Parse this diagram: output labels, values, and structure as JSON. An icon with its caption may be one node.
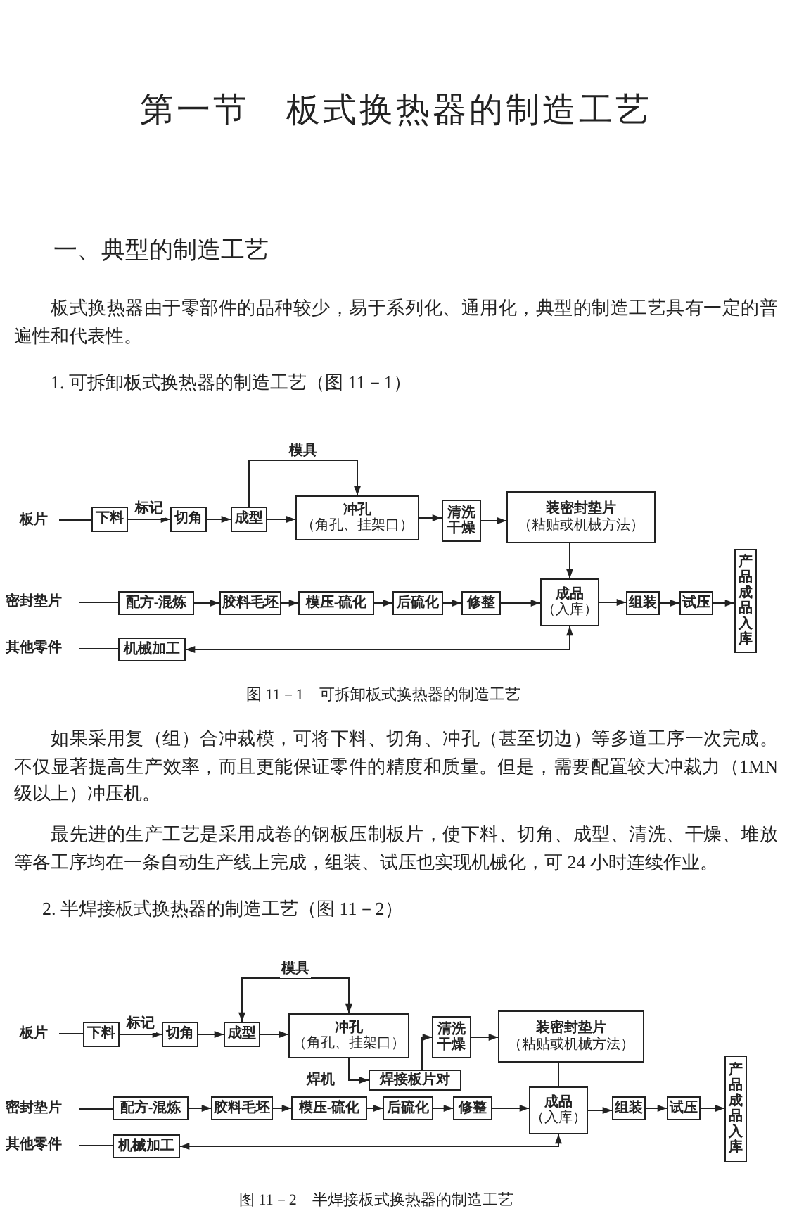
{
  "diagram": {
    "title": "第一节　板式换热器的制造工艺",
    "nodes": [
      {
        "text": [
          "板片"
        ]
      },
      {
        "text": [
          "下料"
        ]
      },
      {
        "text": [
          "切角"
        ]
      },
      {
        "text": [
          "成型"
        ]
      },
      {
        "text": [
          "冲孔",
          "（角孔、挂架口）"
        ]
      },
      {
        "text": [
          "清洗干燥"
        ]
      },
      {
        "text": [
          "装密封垫片",
          "（粘贴或机械方法）"
        ]
      },
      {
        "text": [
          "密封垫片"
        ]
      },
      {
        "text": [
          "配方-混炼"
        ]
      },
      {
        "text": [
          "胶料毛坯"
        ]
      },
      {
        "text": [
          "模压-硫化"
        ]
      },
      {
        "text": [
          "后硫化"
        ]
      },
      {
        "text": [
          "修整"
        ]
      },
      {
        "text": [
          "成品",
          "（入库）"
        ]
      },
      {
        "text": [
          "组装"
        ]
      },
      {
        "text": [
          "试压"
        ]
      },
      {
        "text": [
          "产品成品入库"
        ]
      },
      {
        "text": [
          "其他零件"
        ]
      },
      {
        "text": [
          "机械加工"
        ]
      },
      {
        "text": [
          "板片"
        ]
      },
      {
        "text": [
          "下料"
        ]
      },
      {
        "text": [
          "切角"
        ]
      },
      {
        "text": [
          "成型"
        ]
      },
      {
        "text": [
          "冲孔",
          "（角孔、挂架口）"
        ]
      },
      {
        "text": [
          "清洗干燥"
        ]
      },
      {
        "text": [
          "装密封垫片",
          "（粘贴或机械方法）"
        ]
      },
      {
        "text": [
          "焊接板片对"
        ]
      },
      {
        "text": [
          "密封垫片"
        ]
      },
      {
        "text": [
          "配方-混炼"
        ]
      },
      {
        "text": [
          "胶料毛坯"
        ]
      },
      {
        "text": [
          "模压-硫化"
        ]
      },
      {
        "text": [
          "后硫化"
        ]
      },
      {
        "text": [
          "修整"
        ]
      },
      {
        "text": [
          "成品",
          "（入库）"
        ]
      },
      {
        "text": [
          "组装"
        ]
      },
      {
        "text": [
          "试压"
        ]
      },
      {
        "text": [
          "产品成品入库"
        ]
      },
      {
        "text": [
          "其他零件"
        ]
      },
      {
        "text": [
          "机械加工"
        ]
      }
    ],
    "edges": [
      {
        "from": 0,
        "to": 1,
        "arrow": "none"
      },
      {
        "from": 1,
        "to": 2,
        "arrow": "to",
        "label": "标记"
      },
      {
        "from": 2,
        "to": 3,
        "arrow": "to"
      },
      {
        "from": 3,
        "to": 4,
        "arrow": "to"
      },
      {
        "from": 3,
        "to": 4,
        "arrow": "to",
        "label": "模具"
      },
      {
        "from": 4,
        "to": 5,
        "arrow": "to"
      },
      {
        "from": 5,
        "to": 6,
        "arrow": "to"
      },
      {
        "from": 6,
        "to": 13,
        "arrow": "to"
      },
      {
        "from": 7,
        "to": 8,
        "arrow": "none"
      },
      {
        "from": 8,
        "to": 9,
        "arrow": "to"
      },
      {
        "from": 9,
        "to": 10,
        "arrow": "to"
      },
      {
        "from": 10,
        "to": 11,
        "arrow": "to"
      },
      {
        "from": 11,
        "to": 12,
        "arrow": "to"
      },
      {
        "from": 12,
        "to": 13,
        "arrow": "to"
      },
      {
        "from": 13,
        "to": 14,
        "arrow": "to"
      },
      {
        "from": 14,
        "to": 15,
        "arrow": "to"
      },
      {
        "from": 15,
        "to": 16,
        "arrow": "to"
      },
      {
        "from": 17,
        "to": 18,
        "arrow": "none"
      },
      {
        "from": 18,
        "to": 13,
        "arrow": "both"
      },
      {
        "from": 19,
        "to": 20,
        "arrow": "none"
      },
      {
        "from": 20,
        "to": 21,
        "arrow": "to",
        "label": "标记"
      },
      {
        "from": 21,
        "to": 22,
        "arrow": "to"
      },
      {
        "from": 22,
        "to": 23,
        "arrow": "to"
      },
      {
        "from": 22,
        "to": 23,
        "arrow": "both",
        "label": "模具"
      },
      {
        "from": 23,
        "to": 26,
        "arrow": "to"
      },
      {
        "from": 26,
        "to": 24,
        "arrow": "to"
      },
      {
        "from": 24,
        "to": 25,
        "arrow": "to"
      },
      {
        "from": 25,
        "to": 33,
        "arrow": "none"
      },
      {
        "from": 27,
        "to": 28,
        "arrow": "none"
      },
      {
        "from": 28,
        "to": 29,
        "arrow": "to"
      },
      {
        "from": 29,
        "to": 30,
        "arrow": "to"
      },
      {
        "from": 30,
        "to": 31,
        "arrow": "to"
      },
      {
        "from": 31,
        "to": 32,
        "arrow": "to"
      },
      {
        "from": 32,
        "to": 33,
        "arrow": "to"
      },
      {
        "from": 33,
        "to": 34,
        "arrow": "to"
      },
      {
        "from": 34,
        "to": 35,
        "arrow": "to"
      },
      {
        "from": 35,
        "to": 36,
        "arrow": "to"
      },
      {
        "from": 37,
        "to": 38,
        "arrow": "none"
      },
      {
        "from": 38,
        "to": 33,
        "arrow": "both"
      }
    ],
    "labels": [
      "一、典型的制造工艺",
      "板式换热器由于零部件的品种较少，易于系列化、通用化，典型的制造工艺具有一定的普遍性和代表性。",
      "1. 可拆卸板式换热器的制造工艺（图 11－1）",
      "图 11－1　可拆卸板式换热器的制造工艺",
      "如果采用复（组）合冲裁模，可将下料、切角、冲孔（甚至切边）等多道工序一次完成。不仅显著提高生产效率，而且更能保证零件的精度和质量。但是，需要配置较大冲裁力（1MN级以上）冲压机。",
      "最先进的生产工艺是采用成卷的钢板压制板片，使下料、切角、成型、清洗、干燥、堆放等各工序均在一条自动生产线上完成，组装、试压也实现机械化，可 24 小时连续作业。",
      "2. 半焊接板式换热器的制造工艺（图 11－2）",
      "焊机",
      "图 11－2　半焊接板式换热器的制造工艺"
    ]
  }
}
